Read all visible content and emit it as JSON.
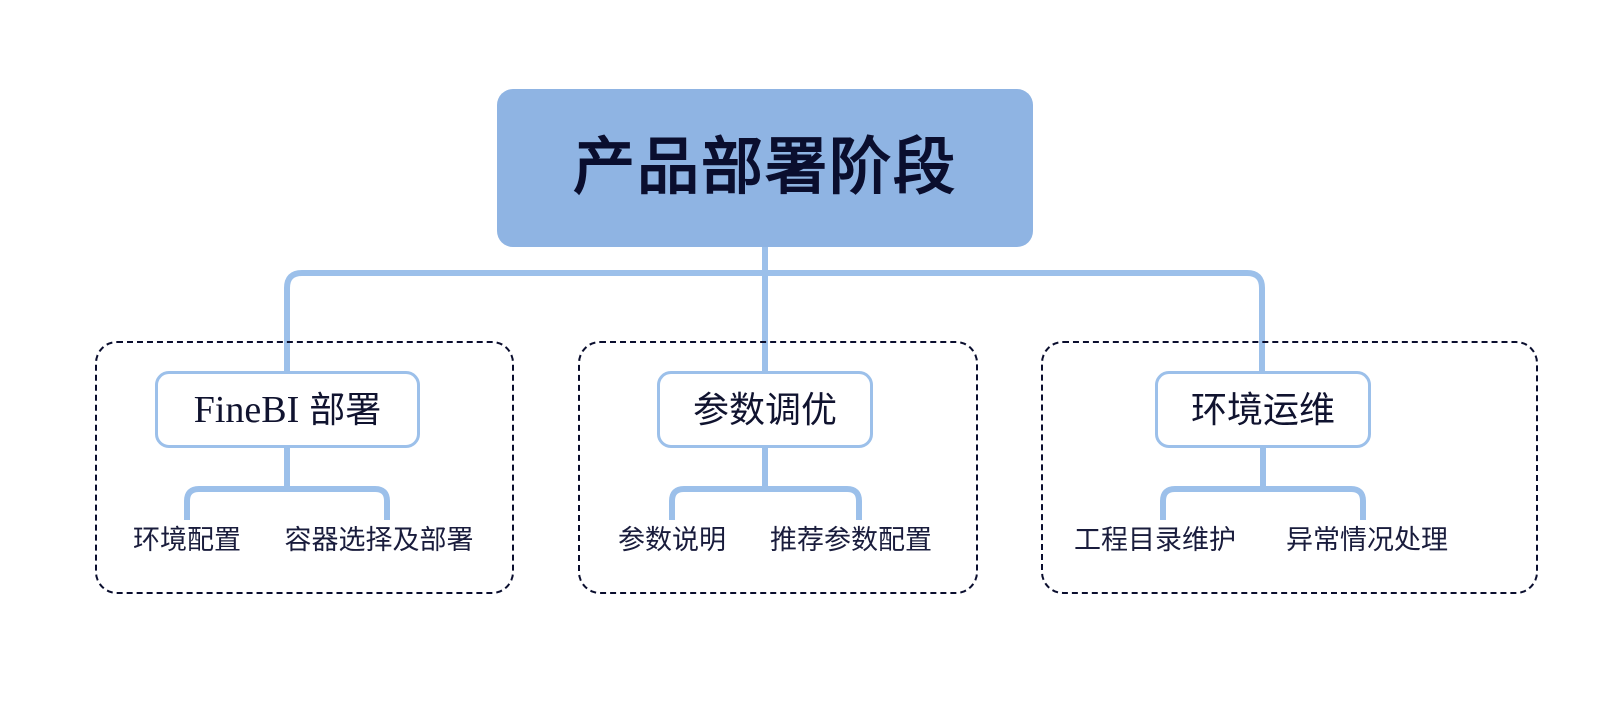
{
  "diagram": {
    "title": "产品部署阶段",
    "type": "tree",
    "colors": {
      "root_fill": "#8FB4E3",
      "root_text": "#0A0E2E",
      "connector": "#9CC0EA",
      "group_border": "#0A0E2E",
      "node_border": "#9CC0EA",
      "node_fill": "#FFFFFF",
      "node_text": "#10132F",
      "leaf_text": "#191C3C",
      "background": "#FFFFFF"
    },
    "root": {
      "label": "产品部署阶段"
    },
    "groups": [
      {
        "id": "group-0",
        "branch_label_latin": "FineBI",
        "branch_label_cjk": " 部署",
        "branch_label": "FineBI 部署",
        "leaves": [
          {
            "label": "环境配置"
          },
          {
            "label": "容器选择及部署"
          }
        ]
      },
      {
        "id": "group-1",
        "branch_label_latin": "",
        "branch_label_cjk": "参数调优",
        "branch_label": "参数调优",
        "leaves": [
          {
            "label": "参数说明"
          },
          {
            "label": "推荐参数配置"
          }
        ]
      },
      {
        "id": "group-2",
        "branch_label_latin": "",
        "branch_label_cjk": "环境运维",
        "branch_label": "环境运维",
        "leaves": [
          {
            "label": "工程目录维护"
          },
          {
            "label": "异常情况处理"
          }
        ]
      }
    ]
  }
}
